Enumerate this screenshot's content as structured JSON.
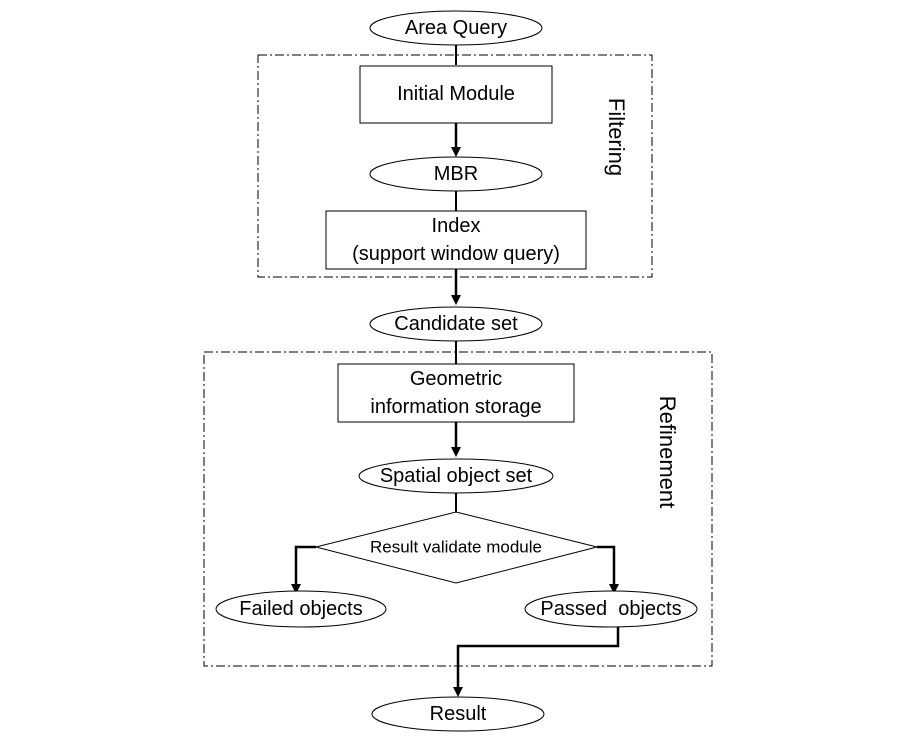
{
  "diagram": {
    "nodes": {
      "area_query": "Area Query",
      "initial_module": "Initial Module",
      "mbr": "MBR",
      "index_line1": "Index",
      "index_line2": "(support window query)",
      "candidate_set": "Candidate set",
      "geometric_line1": "Geometric",
      "geometric_line2": "information storage",
      "spatial_object_set": "Spatial object set",
      "result_validate_module": "Result validate module",
      "failed_objects": "Failed objects",
      "passed_objects": "Passed  objects",
      "result": "Result"
    },
    "groups": {
      "filtering": "Filtering",
      "refinement": "Refinement"
    }
  }
}
